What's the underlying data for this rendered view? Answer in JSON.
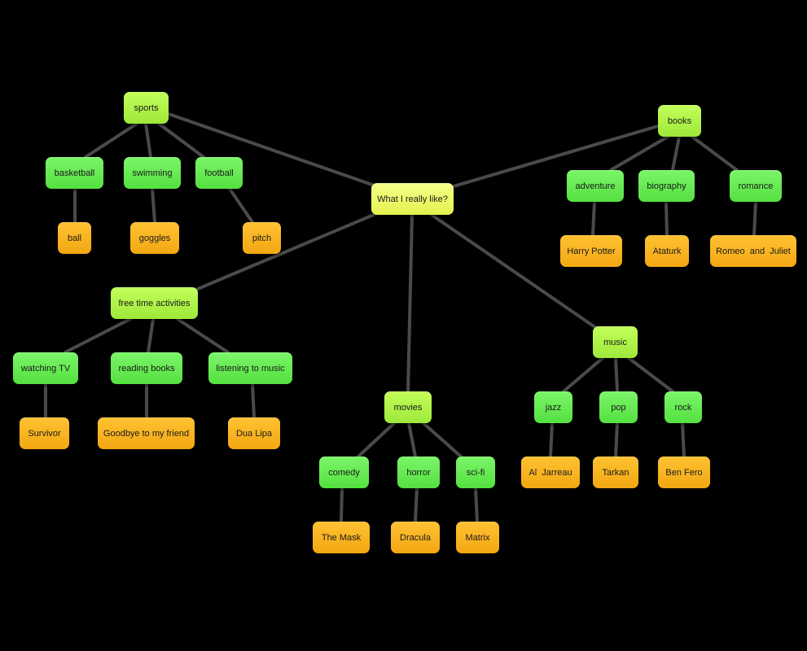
{
  "mindmap": {
    "root": "What I really like?",
    "sports": {
      "label": "sports",
      "basketball": "basketball",
      "swimming": "swimming",
      "football": "football",
      "ball": "ball",
      "goggles": "goggles",
      "pitch": "pitch"
    },
    "books": {
      "label": "books",
      "adventure": "adventure",
      "biography": "biography",
      "romance": "romance",
      "harry_potter": "Harry Potter",
      "ataturk": "Ataturk",
      "romeo_juliet": "Romeo  and  Juliet"
    },
    "free_time": {
      "label": "free time activities",
      "watching_tv": "watching TV",
      "reading_books": "reading books",
      "listening_music": "listening to music",
      "survivor": "Survivor",
      "goodbye": "Goodbye to my friend",
      "dua_lipa": "Dua Lipa"
    },
    "movies": {
      "label": "movies",
      "comedy": "comedy",
      "horror": "horror",
      "scifi": "sci-fi",
      "the_mask": "The Mask",
      "dracula": "Dracula",
      "matrix": "Matrix"
    },
    "music": {
      "label": "music",
      "jazz": "jazz",
      "pop": "pop",
      "rock": "rock",
      "al_jarreau": "Al  Jarreau",
      "tarkan": "Tarkan",
      "ben_fero": "Ben Fero"
    }
  },
  "colors": {
    "background": "#000000",
    "root": "#eef75c",
    "category": "#b0f04a",
    "subcategory": "#66e84e",
    "leaf": "#f7b420",
    "connector": "#4a4a4a"
  }
}
